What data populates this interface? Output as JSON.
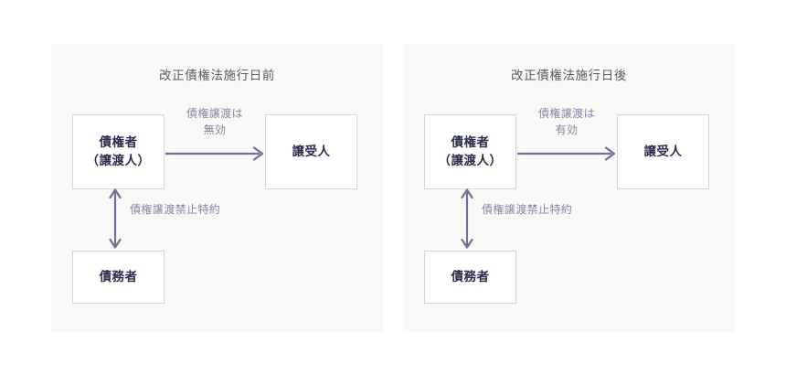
{
  "figure": {
    "type": "comparison-diagram",
    "topic": "債権譲渡禁止特約の効力（改正債権法）",
    "colors": {
      "panel_background": "#faf8f6",
      "page_background": "#ffffff",
      "node_border": "#d6d6da",
      "node_fill": "#ffffff",
      "node_text": "#2b2b4d",
      "title_text": "#5a5a62",
      "edge_label_text": "#8586a6",
      "arrow_stroke": "#6f6f90"
    }
  },
  "panels": [
    {
      "id": "before",
      "title": "改正債権法施行日前",
      "nodes": {
        "creditor": "債権者\n（譲渡人）",
        "creditor_line1": "債権者",
        "creditor_line2": "（譲渡人）",
        "assignee": "譲受人",
        "debtor": "債務者"
      },
      "edges": {
        "assignment_label_line1": "債権譲渡は",
        "assignment_label_line2": "無効",
        "covenant_label": "債権譲渡禁止特約"
      }
    },
    {
      "id": "after",
      "title": "改正債権法施行日後",
      "nodes": {
        "creditor": "債権者\n（譲渡人）",
        "creditor_line1": "債権者",
        "creditor_line2": "（譲渡人）",
        "assignee": "譲受人",
        "debtor": "債務者"
      },
      "edges": {
        "assignment_label_line1": "債権譲渡は",
        "assignment_label_line2": "有効",
        "covenant_label": "債権譲渡禁止特約"
      }
    }
  ]
}
